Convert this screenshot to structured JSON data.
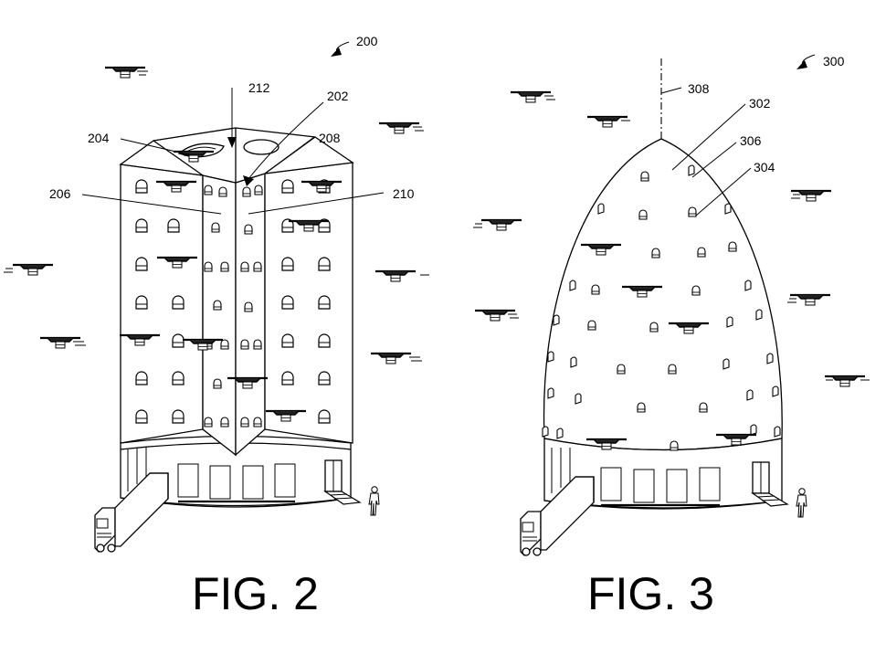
{
  "figures": [
    {
      "label": "FIG. 2",
      "refs": {
        "overall": "200",
        "center_edge": "202",
        "left_top": "204",
        "left_face": "206",
        "right_top": "208",
        "right_face": "210",
        "roof": "212"
      }
    },
    {
      "label": "FIG. 3",
      "refs": {
        "overall": "300",
        "dome": "302",
        "bay": "304",
        "opening": "306",
        "axis": "308"
      }
    }
  ],
  "icons": [
    "drone-icon",
    "arch-window-icon",
    "delivery-truck-icon",
    "person-icon",
    "door-icon",
    "ramp-icon"
  ]
}
